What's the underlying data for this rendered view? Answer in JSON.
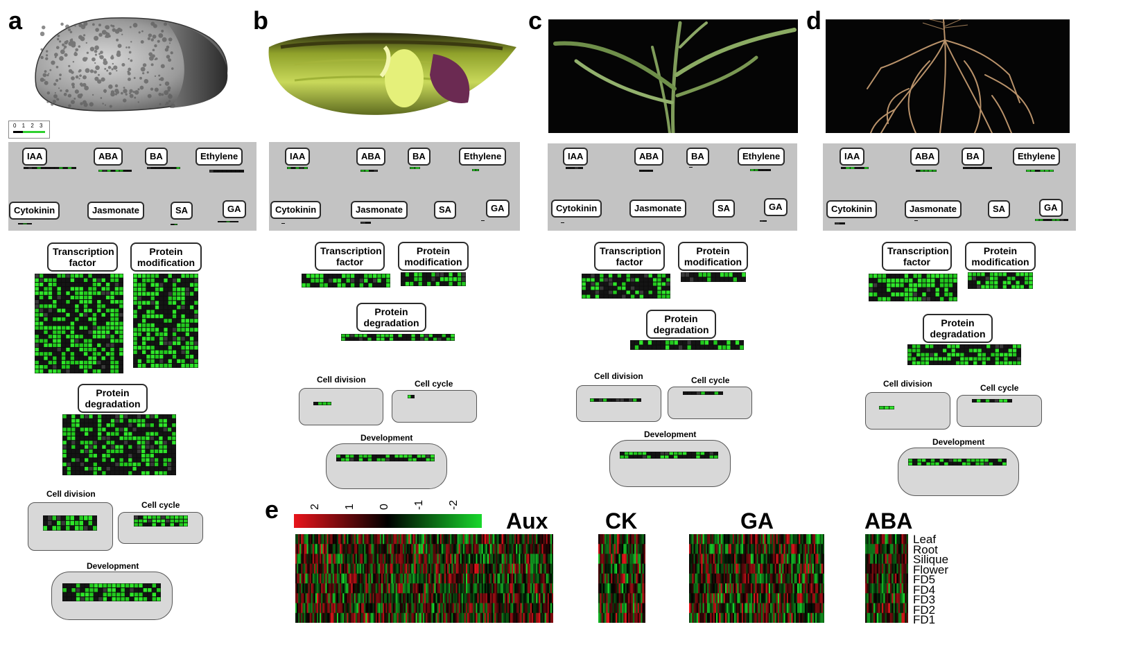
{
  "panels": {
    "a": {
      "letter": "a"
    },
    "b": {
      "letter": "b"
    },
    "c": {
      "letter": "c"
    },
    "d": {
      "letter": "d"
    },
    "e": {
      "letter": "e"
    }
  },
  "scale_bar_text": "0 1 2 3",
  "hormones": [
    "IAA",
    "ABA",
    "BA",
    "Ethylene",
    "Cytokinin",
    "Jasmonate",
    "SA",
    "GA"
  ],
  "categories": {
    "transcription_factor": "Transcription factor",
    "protein_modification": "Protein modification",
    "protein_degradation": "Protein degradation",
    "cell_division": "Cell division",
    "cell_cycle": "Cell cycle",
    "development": "Development"
  },
  "heatmap": {
    "scale_ticks": [
      "2",
      "1",
      "0",
      "-1",
      "-2"
    ],
    "groups": [
      "Aux",
      "CK",
      "GA",
      "ABA"
    ],
    "rows": [
      "Leaf",
      "Root",
      "Silique",
      "Flower",
      "FD5",
      "FD4",
      "FD3",
      "FD2",
      "FD1"
    ],
    "colors": {
      "high": "#e8141b",
      "mid": "#000000",
      "low": "#18d82c"
    }
  },
  "colors": {
    "hormone_panel": "#c3c3c3",
    "box_fill": "#d8d8d8",
    "gene_green": "#29e024",
    "gene_black": "#111111"
  }
}
